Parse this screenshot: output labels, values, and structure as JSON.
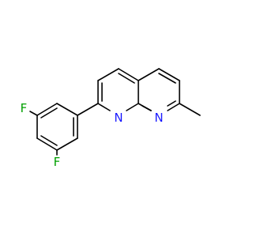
{
  "molecule": {
    "atoms": {
      "f_top": {
        "symbol": "F",
        "color": "#00a000"
      },
      "f_bottom": {
        "symbol": "F",
        "color": "#00a000"
      },
      "n_left": {
        "symbol": "N",
        "color": "#1a1aff"
      },
      "n_right": {
        "symbol": "N",
        "color": "#1a1aff"
      }
    },
    "bond_color": "#000000"
  }
}
